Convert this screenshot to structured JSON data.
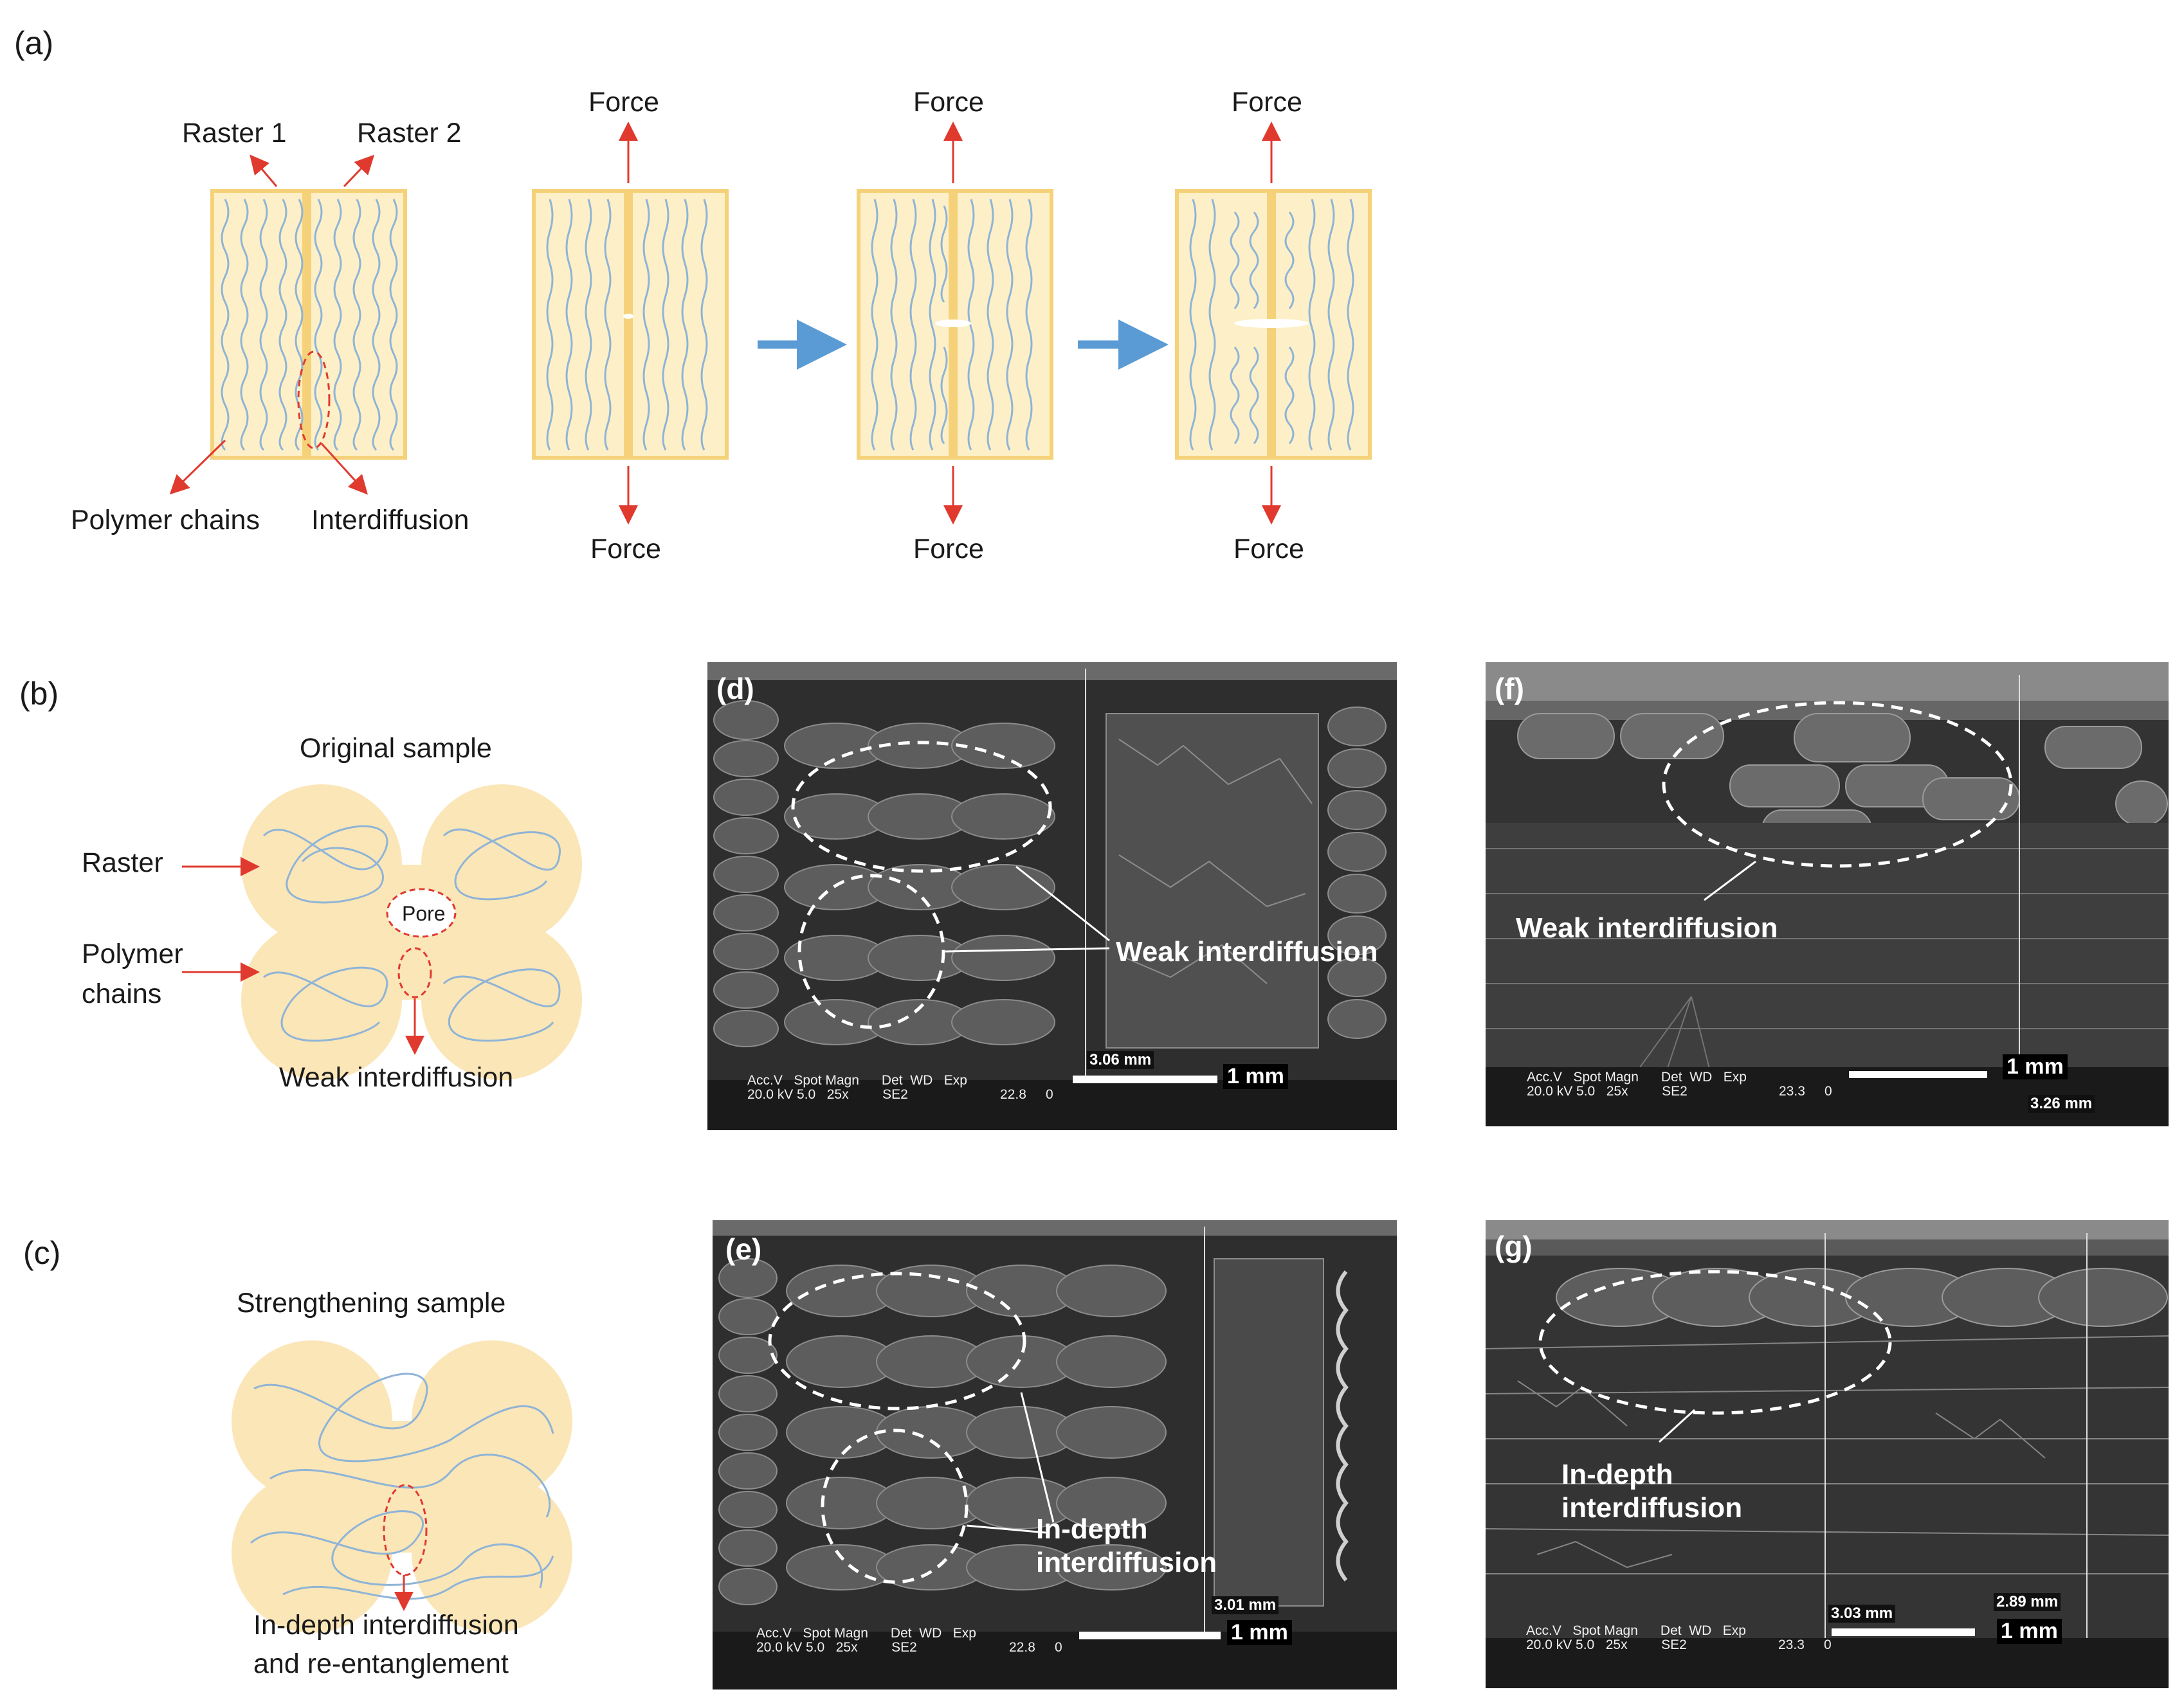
{
  "panel_labels": {
    "a": "(a)",
    "b": "(b)",
    "c": "(c)",
    "d": "(d)",
    "e": "(e)",
    "f": "(f)",
    "g": "(g)"
  },
  "panel_a": {
    "raster1": "Raster 1",
    "raster2": "Raster 2",
    "polymer_chains": "Polymer chains",
    "interdiffusion": "Interdiffusion",
    "force": "Force"
  },
  "panel_b": {
    "title": "Original sample",
    "raster": "Raster",
    "pore": "Pore",
    "polymer_chains_line1": "Polymer",
    "polymer_chains_line2": "chains",
    "weak": "Weak interdiffusion"
  },
  "panel_c": {
    "title": "Strengthening sample",
    "caption_line1": "In-depth interdiffusion",
    "caption_line2": "and re-entanglement"
  },
  "sem_common": {
    "info": "Acc.V   Spot Magn      Det  WD   Exp\n20.0 kV 5.0   25x         SE2",
    "scale": "1 mm"
  },
  "panel_d": {
    "note": "Weak interdiffusion",
    "wd": "22.8",
    "exp": "0",
    "measure": "3.06 mm"
  },
  "panel_e": {
    "note_line1": "In-depth",
    "note_line2": "interdiffusion",
    "wd": "22.8",
    "exp": "0",
    "measure": "3.01 mm"
  },
  "panel_f": {
    "note": "Weak interdiffusion",
    "wd": "23.3",
    "exp": "0",
    "measure": "3.26 mm"
  },
  "panel_g": {
    "note_line1": "In-depth",
    "note_line2": "interdiffusion",
    "wd": "23.3",
    "exp": "0",
    "measure1": "3.03 mm",
    "measure2": "2.89 mm"
  },
  "colors": {
    "raster_fill": "#fdf0c8",
    "raster_border": "#f5d27a",
    "chain": "#8fb4d6",
    "arrow_red": "#e03a2f",
    "arrow_blue": "#5b9bd5",
    "blob": "#fbe6b8"
  }
}
